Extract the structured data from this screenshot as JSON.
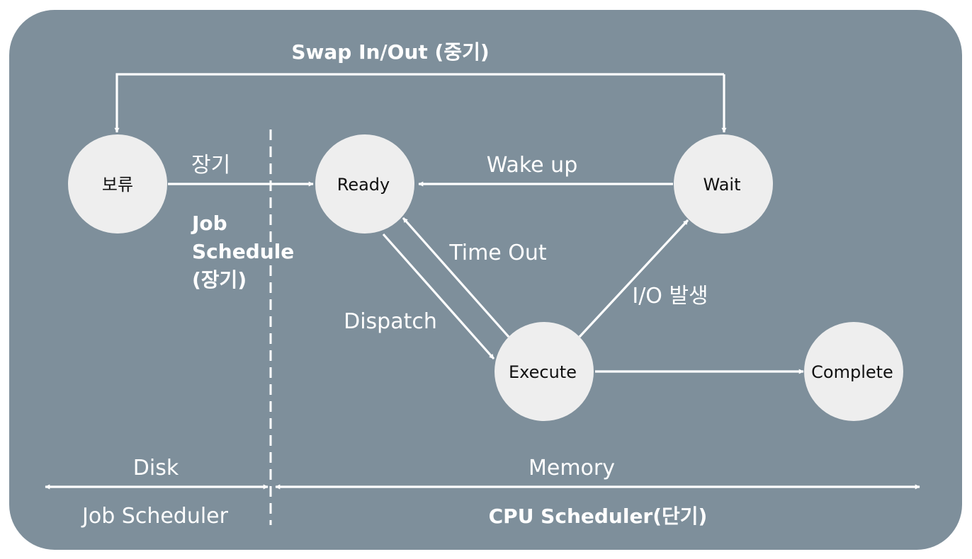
{
  "colors": {
    "panel": "#7e8f9b",
    "node_fill": "#eeeeee",
    "edge": "#ffffff",
    "text_dark": "#111111",
    "text_light": "#ffffff"
  },
  "nodes": {
    "suspended": "보류",
    "ready": "Ready",
    "wait": "Wait",
    "execute": "Execute",
    "complete": "Complete"
  },
  "edges": {
    "swap": "Swap In/Out (중기)",
    "long_term": "장기",
    "wake_up": "Wake up",
    "time_out": "Time Out",
    "dispatch": "Dispatch",
    "io_event": "I/O 발생"
  },
  "job_schedule": {
    "line1": "Job",
    "line2": "Schedule",
    "line3": "(장기)"
  },
  "bottom": {
    "disk": "Disk",
    "memory": "Memory",
    "job_scheduler": "Job Scheduler",
    "cpu_scheduler": "CPU Scheduler(단기)"
  }
}
